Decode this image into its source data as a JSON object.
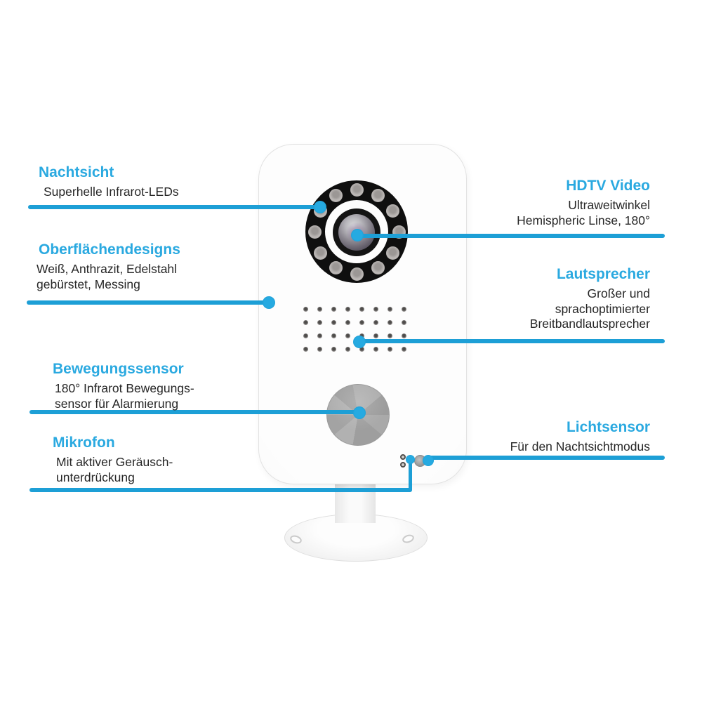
{
  "colors": {
    "accent_heading": "#2aa9e0",
    "accent_line": "#1d9fd6",
    "body_text": "#262626",
    "ir_ring_black": "#0f0f0f",
    "background": "#ffffff"
  },
  "features": {
    "left": [
      {
        "title": "Nachtsicht",
        "lines": [
          "Superhelle Infrarot-LEDs"
        ]
      },
      {
        "title": "Oberflächendesigns",
        "lines": [
          "Weiß, Anthrazit, Edelstahl",
          "gebürstet, Messing"
        ]
      },
      {
        "title": "Bewegungssensor",
        "lines": [
          "180° Infrarot Bewegungs-",
          "sensor für Alarmierung"
        ]
      },
      {
        "title": "Mikrofon",
        "lines": [
          "Mit aktiver Geräusch-",
          "unterdrückung"
        ]
      }
    ],
    "right": [
      {
        "title": "HDTV Video",
        "lines": [
          "Ultraweitwinkel",
          "Hemispheric Linse, 180°"
        ]
      },
      {
        "title": "Lautsprecher",
        "lines": [
          "Großer und",
          "sprachoptimierter",
          "Breitbandlautsprecher"
        ]
      },
      {
        "title": "Lichtsensor",
        "lines": [
          "Für den Nachtsichtmodus"
        ]
      }
    ]
  },
  "device": {
    "type": "IP-Kamera",
    "ir_led_count": 12,
    "speaker_hole_grid": "8x4"
  }
}
